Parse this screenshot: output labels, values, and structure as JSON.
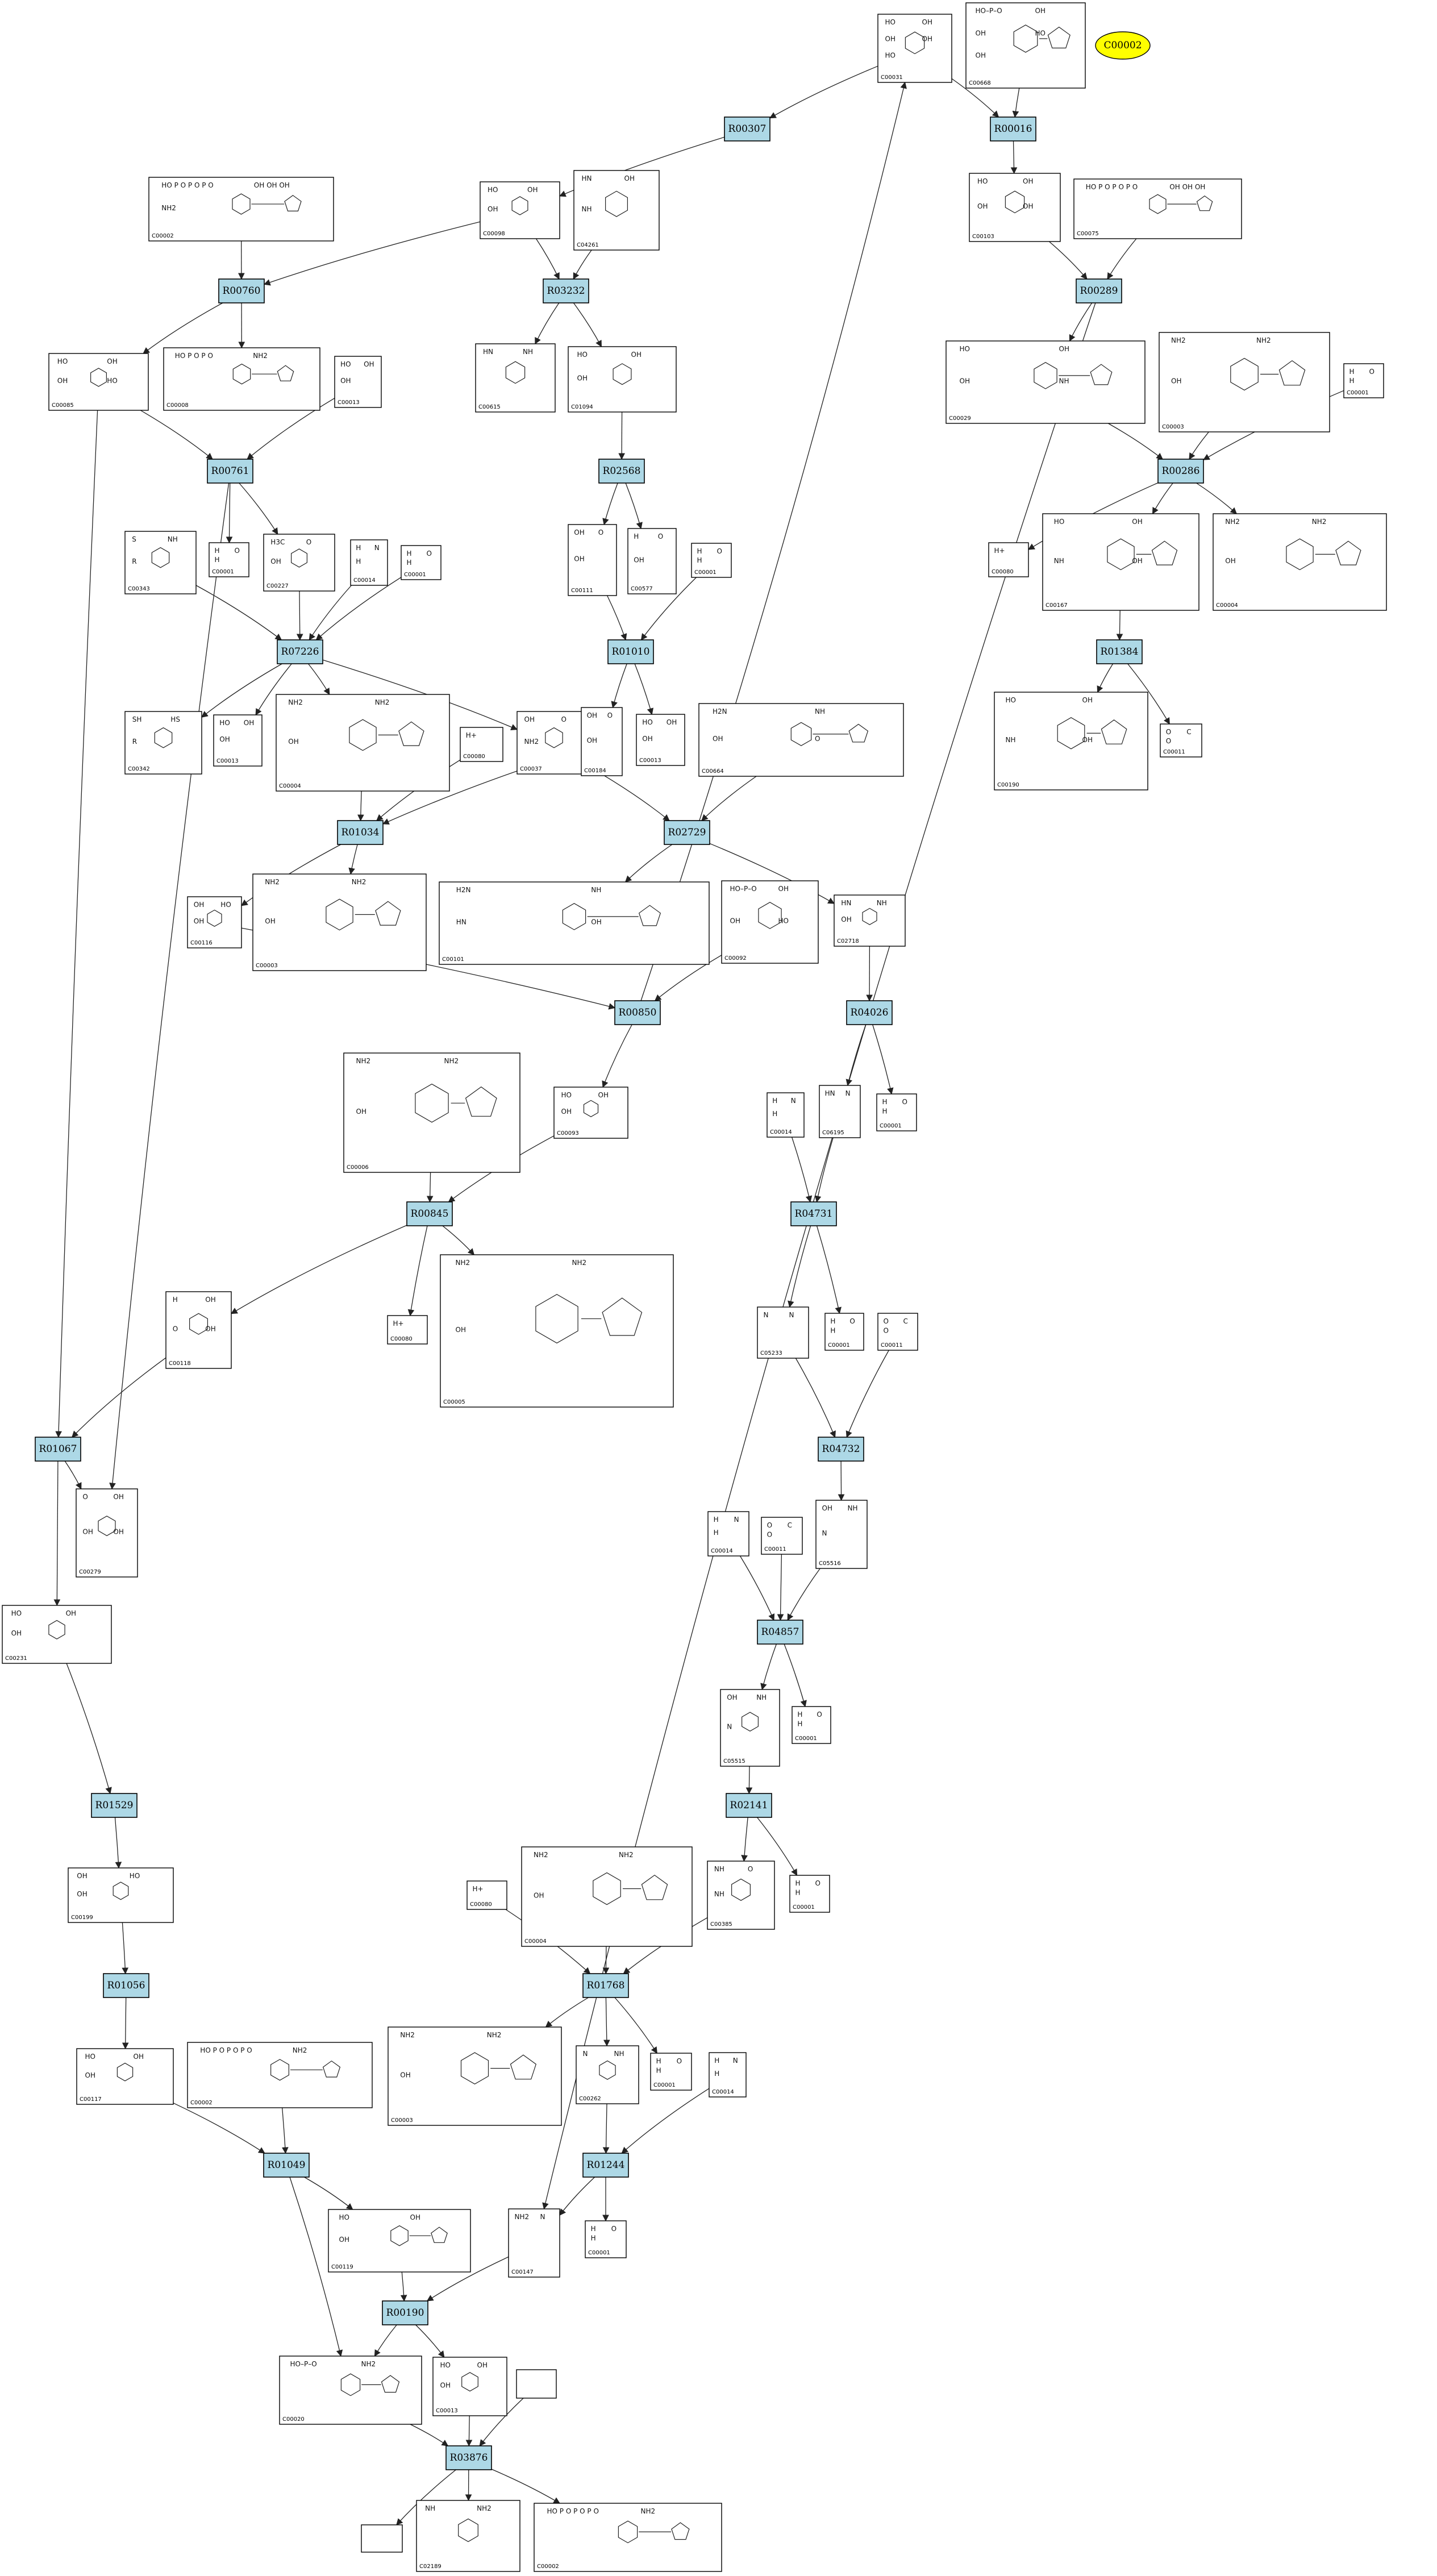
{
  "highlight": {
    "label": "C00002"
  },
  "reactions": [
    {
      "id": "R00307",
      "label": "R00307"
    },
    {
      "id": "R00016",
      "label": "R00016"
    },
    {
      "id": "R00760",
      "label": "R00760"
    },
    {
      "id": "R03232",
      "label": "R03232"
    },
    {
      "id": "R00289",
      "label": "R00289"
    },
    {
      "id": "R02568",
      "label": "R02568"
    },
    {
      "id": "R00286",
      "label": "R00286"
    },
    {
      "id": "R00761",
      "label": "R00761"
    },
    {
      "id": "R07226",
      "label": "R07226"
    },
    {
      "id": "R01010",
      "label": "R01010"
    },
    {
      "id": "R01384",
      "label": "R01384"
    },
    {
      "id": "R01034",
      "label": "R01034"
    },
    {
      "id": "R02729",
      "label": "R02729"
    },
    {
      "id": "R00850",
      "label": "R00850"
    },
    {
      "id": "R04026",
      "label": "R04026"
    },
    {
      "id": "R00845",
      "label": "R00845"
    },
    {
      "id": "R04731",
      "label": "R04731"
    },
    {
      "id": "R01067",
      "label": "R01067"
    },
    {
      "id": "R04732",
      "label": "R04732"
    },
    {
      "id": "R04857",
      "label": "R04857"
    },
    {
      "id": "R01529",
      "label": "R01529"
    },
    {
      "id": "R02141",
      "label": "R02141"
    },
    {
      "id": "R01768",
      "label": "R01768"
    },
    {
      "id": "R01056",
      "label": "R01056"
    },
    {
      "id": "R01049",
      "label": "R01049"
    },
    {
      "id": "R01244",
      "label": "R01244"
    },
    {
      "id": "R00190",
      "label": "R00190"
    },
    {
      "id": "R03876",
      "label": "R03876"
    }
  ],
  "compounds": [
    {
      "id": "c1",
      "label": "C00031",
      "atoms": [
        "HO",
        "OH",
        "OH",
        "OH",
        "HO"
      ]
    },
    {
      "id": "c2",
      "label": "C00668",
      "atoms": [
        "HO–P–O",
        "OH",
        "OH",
        "HO",
        "OH"
      ]
    },
    {
      "id": "c3",
      "label": "C00002",
      "atoms": [
        "HO P O P O P O",
        "OH OH OH",
        "NH2"
      ]
    },
    {
      "id": "c4",
      "label": "C00098",
      "atoms": [
        "HO",
        "OH",
        "OH"
      ]
    },
    {
      "id": "c5",
      "label": "C04261",
      "atoms": [
        "HN",
        "OH",
        "NH"
      ]
    },
    {
      "id": "c6",
      "label": "C00103",
      "atoms": [
        "HO",
        "OH",
        "OH",
        "OH"
      ]
    },
    {
      "id": "c7",
      "label": "C00075",
      "atoms": [
        "HO P O P O P O",
        "OH OH OH"
      ]
    },
    {
      "id": "c8",
      "label": "C00085",
      "atoms": [
        "HO",
        "OH",
        "OH",
        "HO"
      ]
    },
    {
      "id": "c9",
      "label": "C00008",
      "atoms": [
        "HO P O P O",
        "NH2"
      ]
    },
    {
      "id": "c10",
      "label": "C00013",
      "atoms": [
        "HO",
        "OH",
        "OH"
      ]
    },
    {
      "id": "c11",
      "label": "C00615",
      "atoms": [
        "HN",
        "NH"
      ]
    },
    {
      "id": "c12",
      "label": "C01094",
      "atoms": [
        "HO",
        "OH",
        "OH"
      ]
    },
    {
      "id": "c13",
      "label": "C00029",
      "atoms": [
        "HO",
        "OH",
        "OH",
        "NH"
      ]
    },
    {
      "id": "c14",
      "label": "C00003",
      "atoms": [
        "NH2",
        "NH2",
        "OH"
      ]
    },
    {
      "id": "c15",
      "label": "C00001",
      "atoms": [
        "H",
        "O",
        "H"
      ]
    },
    {
      "id": "c16",
      "label": "C00343",
      "atoms": [
        "S",
        "NH",
        "R"
      ]
    },
    {
      "id": "c17",
      "label": "C00001",
      "atoms": [
        "H",
        "O",
        "H"
      ]
    },
    {
      "id": "c18",
      "label": "C00227",
      "atoms": [
        "H3C",
        "O",
        "OH"
      ]
    },
    {
      "id": "c19",
      "label": "C00014",
      "atoms": [
        "H",
        "N",
        "H"
      ]
    },
    {
      "id": "c20",
      "label": "C00001",
      "atoms": [
        "H",
        "O",
        "H"
      ]
    },
    {
      "id": "c21",
      "label": "C00111",
      "atoms": [
        "OH",
        "O",
        "OH"
      ]
    },
    {
      "id": "c22",
      "label": "C00577",
      "atoms": [
        "H",
        "O",
        "OH"
      ]
    },
    {
      "id": "c23",
      "label": "C00001",
      "atoms": [
        "H",
        "O",
        "H"
      ]
    },
    {
      "id": "c24",
      "label": "C00080",
      "atoms": [
        "H+"
      ]
    },
    {
      "id": "c25",
      "label": "C00167",
      "atoms": [
        "HO",
        "OH",
        "NH",
        "OH"
      ]
    },
    {
      "id": "c26",
      "label": "C00004",
      "atoms": [
        "NH2",
        "NH2",
        "OH"
      ]
    },
    {
      "id": "c27",
      "label": "C00342",
      "atoms": [
        "SH",
        "HS",
        "R"
      ]
    },
    {
      "id": "c28",
      "label": "C00013",
      "atoms": [
        "HO",
        "OH",
        "OH"
      ]
    },
    {
      "id": "c29",
      "label": "C00004",
      "atoms": [
        "NH2",
        "NH2",
        "OH"
      ]
    },
    {
      "id": "c30",
      "label": "C00080",
      "atoms": [
        "H+"
      ]
    },
    {
      "id": "c31",
      "label": "C00037",
      "atoms": [
        "OH",
        "O",
        "NH2"
      ]
    },
    {
      "id": "c32",
      "label": "C00184",
      "atoms": [
        "OH",
        "O",
        "OH"
      ]
    },
    {
      "id": "c33",
      "label": "C00013",
      "atoms": [
        "HO",
        "OH",
        "OH"
      ]
    },
    {
      "id": "c34",
      "label": "C00664",
      "atoms": [
        "H2N",
        "NH",
        "OH",
        "O"
      ]
    },
    {
      "id": "c35",
      "label": "C00190",
      "atoms": [
        "HO",
        "OH",
        "NH",
        "OH"
      ]
    },
    {
      "id": "c36",
      "label": "C00011",
      "atoms": [
        "O",
        "C",
        "O"
      ]
    },
    {
      "id": "c37",
      "label": "C00116",
      "atoms": [
        "OH",
        "HO",
        "OH"
      ]
    },
    {
      "id": "c38",
      "label": "C00003",
      "atoms": [
        "NH2",
        "NH2",
        "OH"
      ]
    },
    {
      "id": "c39",
      "label": "C00101",
      "atoms": [
        "H2N",
        "NH",
        "HN",
        "OH"
      ]
    },
    {
      "id": "c40",
      "label": "C00092",
      "atoms": [
        "HO–P–O",
        "OH",
        "OH",
        "HO"
      ]
    },
    {
      "id": "c41",
      "label": "C02718",
      "atoms": [
        "HN",
        "NH",
        "OH"
      ]
    },
    {
      "id": "c42",
      "label": "C00006",
      "atoms": [
        "NH2",
        "NH2",
        "OH"
      ]
    },
    {
      "id": "c43",
      "label": "C00093",
      "atoms": [
        "HO",
        "OH",
        "OH"
      ]
    },
    {
      "id": "c44",
      "label": "C00014",
      "atoms": [
        "H",
        "N",
        "H"
      ]
    },
    {
      "id": "c45",
      "label": "C06195",
      "atoms": [
        "HN",
        "N"
      ]
    },
    {
      "id": "c46",
      "label": "C00001",
      "atoms": [
        "H",
        "O",
        "H"
      ]
    },
    {
      "id": "c47",
      "label": "C00118",
      "atoms": [
        "H",
        "OH",
        "O",
        "OH"
      ]
    },
    {
      "id": "c48",
      "label": "C00080",
      "atoms": [
        "H+"
      ]
    },
    {
      "id": "c49",
      "label": "C00005",
      "atoms": [
        "NH2",
        "NH2",
        "OH"
      ]
    },
    {
      "id": "c50",
      "label": "C05233",
      "atoms": [
        "N",
        "N"
      ]
    },
    {
      "id": "c51",
      "label": "C00001",
      "atoms": [
        "H",
        "O",
        "H"
      ]
    },
    {
      "id": "c52",
      "label": "C00011",
      "atoms": [
        "O",
        "C",
        "O"
      ]
    },
    {
      "id": "c53",
      "label": "C00279",
      "atoms": [
        "O",
        "OH",
        "OH",
        "OH"
      ]
    },
    {
      "id": "c54",
      "label": "C05516",
      "atoms": [
        "OH",
        "NH",
        "N"
      ]
    },
    {
      "id": "c55",
      "label": "C00231",
      "atoms": [
        "HO",
        "OH",
        "OH"
      ]
    },
    {
      "id": "c56",
      "label": "C00014",
      "atoms": [
        "H",
        "N",
        "H"
      ]
    },
    {
      "id": "c57",
      "label": "C00011",
      "atoms": [
        "O",
        "C",
        "O"
      ]
    },
    {
      "id": "c58",
      "label": "C05515",
      "atoms": [
        "OH",
        "NH",
        "N"
      ]
    },
    {
      "id": "c59",
      "label": "C00001",
      "atoms": [
        "H",
        "O",
        "H"
      ]
    },
    {
      "id": "c60",
      "label": "C00199",
      "atoms": [
        "OH",
        "HO",
        "OH"
      ]
    },
    {
      "id": "c61",
      "label": "C00080",
      "atoms": [
        "H+"
      ]
    },
    {
      "id": "c62",
      "label": "C00004",
      "atoms": [
        "NH2",
        "NH2",
        "OH"
      ]
    },
    {
      "id": "c63",
      "label": "C00385",
      "atoms": [
        "NH",
        "O",
        "NH"
      ]
    },
    {
      "id": "c64",
      "label": "C00001",
      "atoms": [
        "H",
        "O",
        "H"
      ]
    },
    {
      "id": "c65",
      "label": "C00117",
      "atoms": [
        "HO",
        "OH",
        "OH"
      ]
    },
    {
      "id": "c66",
      "label": "C00002",
      "atoms": [
        "HO P O P O P O",
        "NH2"
      ]
    },
    {
      "id": "c67",
      "label": "C00003",
      "atoms": [
        "NH2",
        "NH2",
        "OH"
      ]
    },
    {
      "id": "c68",
      "label": "C00262",
      "atoms": [
        "N",
        "NH"
      ]
    },
    {
      "id": "c69",
      "label": "C00001",
      "atoms": [
        "H",
        "O",
        "H"
      ]
    },
    {
      "id": "c70",
      "label": "C00014",
      "atoms": [
        "H",
        "N",
        "H"
      ]
    },
    {
      "id": "c71",
      "label": "C00119",
      "atoms": [
        "HO",
        "OH",
        "OH"
      ]
    },
    {
      "id": "c72",
      "label": "C00147",
      "atoms": [
        "NH2",
        "N"
      ]
    },
    {
      "id": "c73",
      "label": "C00001",
      "atoms": [
        "H",
        "O",
        "H"
      ]
    },
    {
      "id": "c74",
      "label": "C00020",
      "atoms": [
        "HO–P–O",
        "NH2"
      ]
    },
    {
      "id": "c75",
      "label": "C00013",
      "atoms": [
        "HO",
        "OH",
        "OH"
      ]
    },
    {
      "id": "c76",
      "label": "",
      "atoms": []
    },
    {
      "id": "c77",
      "label": "",
      "atoms": []
    },
    {
      "id": "c78",
      "label": "C02189",
      "atoms": [
        "NH",
        "NH2"
      ]
    },
    {
      "id": "c79",
      "label": "C00002",
      "atoms": [
        "HO P O P O P O",
        "NH2"
      ]
    }
  ]
}
